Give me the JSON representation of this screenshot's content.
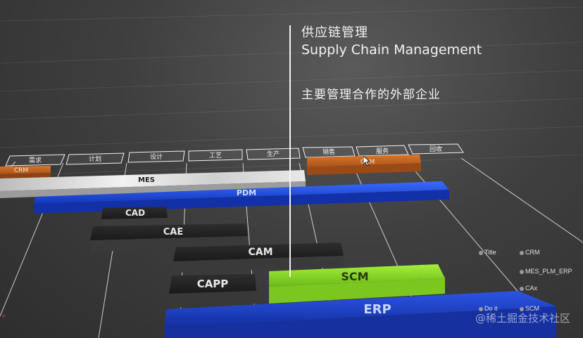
{
  "overlay": {
    "title_cn": "供应链管理",
    "title_en": "Supply Chain Management",
    "description": "主要管理合作的外部企业"
  },
  "stage_tiles": [
    "需求",
    "计划",
    "设计",
    "工艺",
    "生产",
    "销售",
    "服务",
    "回收"
  ],
  "bars": {
    "crm": "CRM",
    "mes": "MES",
    "pdm": "PDM",
    "cad": "CAD",
    "cae": "CAE",
    "cam": "CAM",
    "capp": "CAPP",
    "scm": "SCM",
    "erp": "ERP",
    "crm2": "CRM"
  },
  "legend": {
    "title": "Title",
    "crm": "CRM",
    "mes_plm_erp": "MES_PLM_ERP",
    "cax": "CAx",
    "do_it": "Do it",
    "scm": "SCM"
  },
  "watermark": "@稀土掘金技术社区",
  "colors": {
    "crm": "#c8661e",
    "mes": "#dcdcdc",
    "pdm": "#1f4fe0",
    "cax": "#262626",
    "scm": "#8fdc2a",
    "erp": "#1f3fc8"
  }
}
